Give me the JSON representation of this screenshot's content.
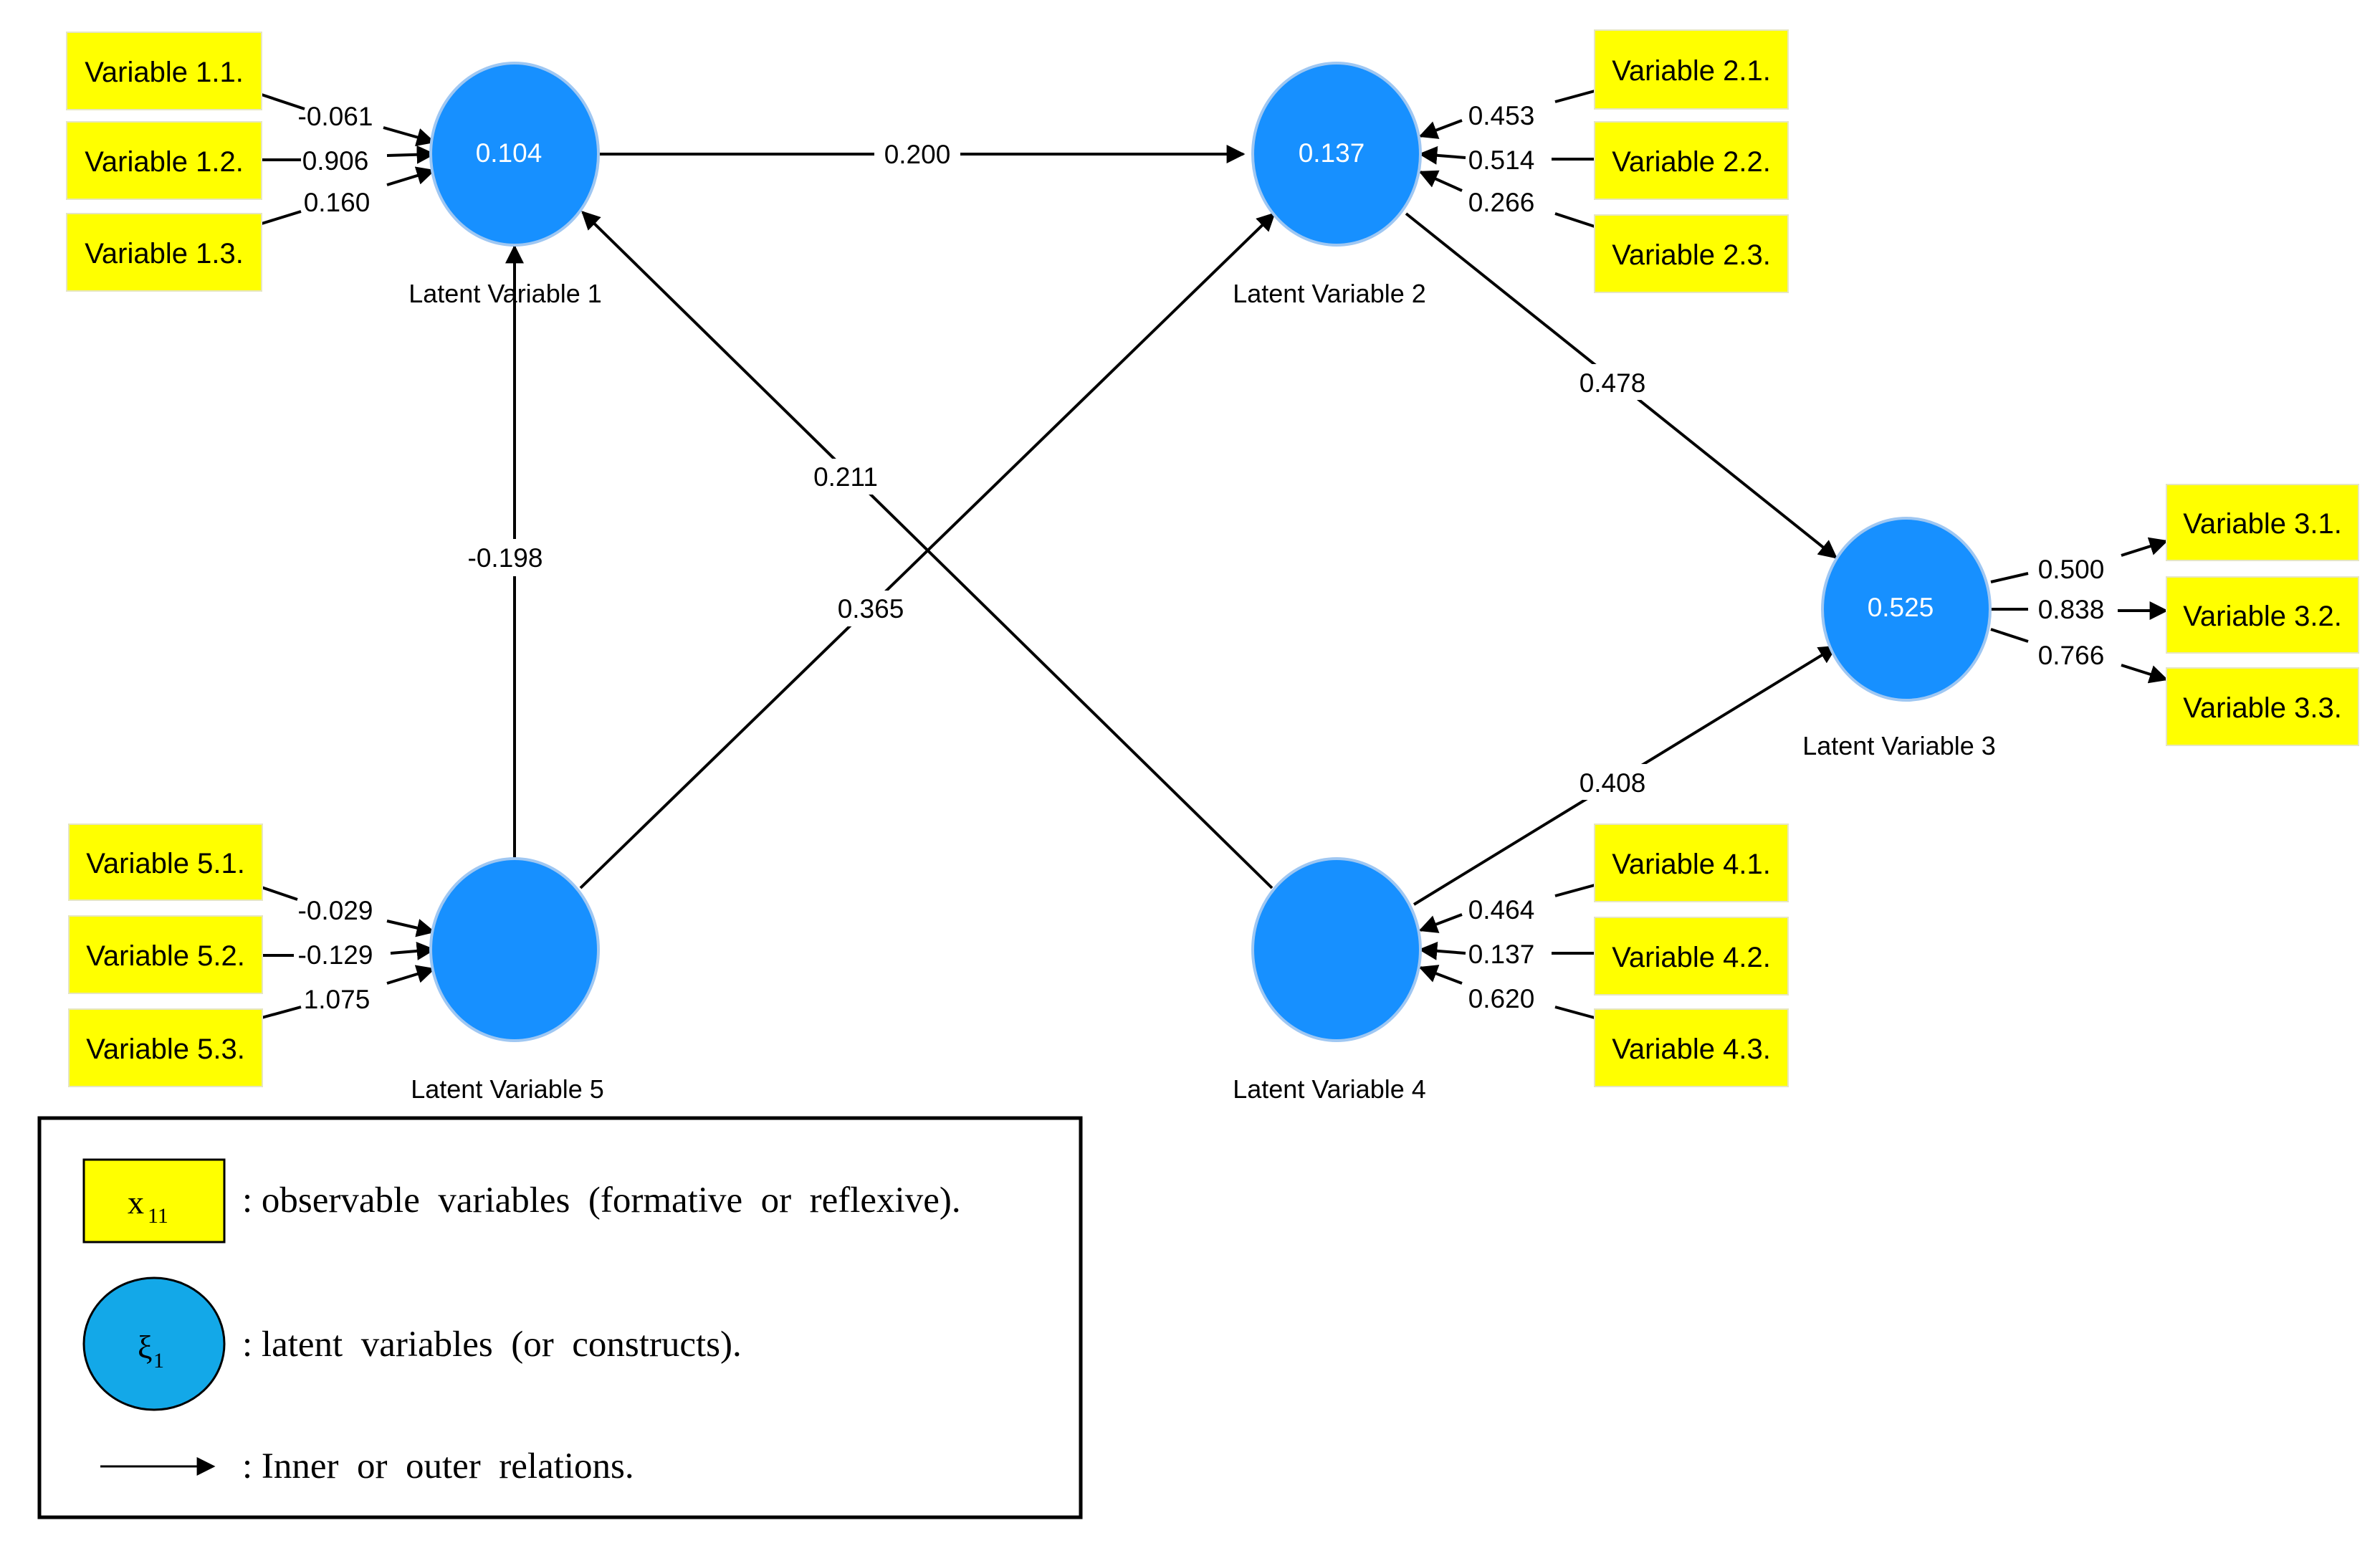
{
  "latent_variables": {
    "lv1": {
      "label": "Latent Variable 1",
      "value": "0.104"
    },
    "lv2": {
      "label": "Latent Variable 2",
      "value": "0.137"
    },
    "lv3": {
      "label": "Latent Variable 3",
      "value": "0.525"
    },
    "lv4": {
      "label": "Latent Variable 4",
      "value": ""
    },
    "lv5": {
      "label": "Latent Variable 5",
      "value": ""
    }
  },
  "indicators": {
    "v11": "Variable 1.1.",
    "v12": "Variable 1.2.",
    "v13": "Variable 1.3.",
    "v21": "Variable 2.1.",
    "v22": "Variable 2.2.",
    "v23": "Variable 2.3.",
    "v31": "Variable 3.1.",
    "v32": "Variable 3.2.",
    "v33": "Variable 3.3.",
    "v41": "Variable 4.1.",
    "v42": "Variable 4.2.",
    "v43": "Variable 4.3.",
    "v51": "Variable 5.1.",
    "v52": "Variable 5.2.",
    "v53": "Variable 5.3."
  },
  "outer_loadings": {
    "v11": "-0.061",
    "v12": "0.906",
    "v13": "0.160",
    "v21": "0.453",
    "v22": "0.514",
    "v23": "0.266",
    "v31": "0.500",
    "v32": "0.838",
    "v33": "0.766",
    "v41": "0.464",
    "v42": "0.137",
    "v43": "0.620",
    "v51": "-0.029",
    "v52": "-0.129",
    "v53": "1.075"
  },
  "inner_paths": {
    "lv1_lv2": "0.200",
    "lv2_lv3": "0.478",
    "lv4_lv3": "0.408",
    "lv4_lv1": "0.211",
    "lv5_lv1": "-0.198",
    "lv5_lv2": "0.365"
  },
  "legend": {
    "observable_symbol": "x",
    "observable_subscript": "11",
    "observable_text": ": observable  variables  (formative  or  reflexive).",
    "latent_symbol": "ξ",
    "latent_subscript": "1",
    "latent_text": ": latent  variables  (or  constructs).",
    "relation_text": ": Inner  or  outer  relations."
  },
  "colors": {
    "indicator_fill": "#ffff00",
    "latent_fill": "#1790ff",
    "legend_latent_fill": "#13a8e8"
  }
}
